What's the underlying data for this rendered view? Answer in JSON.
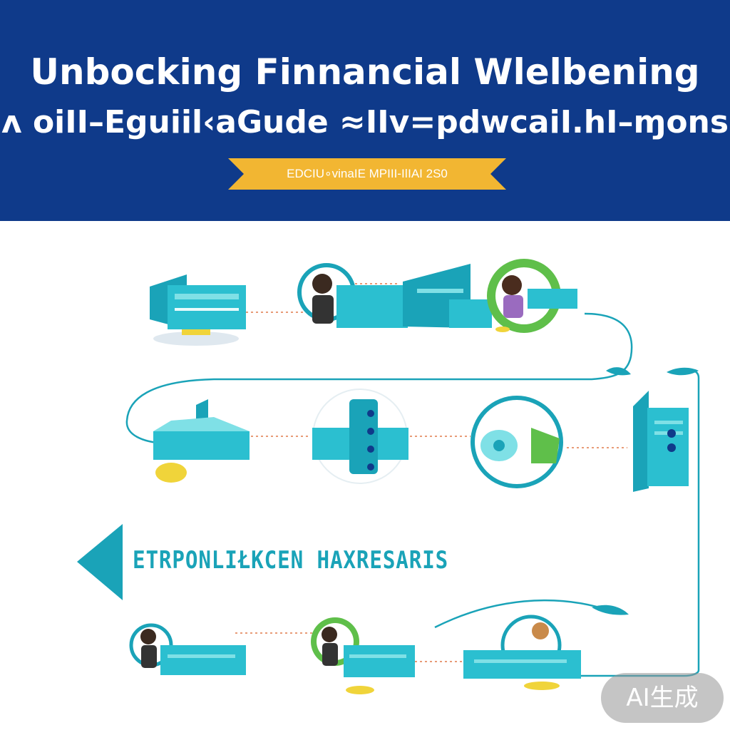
{
  "header": {
    "title_line1": "Unbocking Finnancial Wlelbening",
    "title_line2": "ʌ oiII–Eguiil‹aGude ≈IIv=pdwcaiI.hI–ɱons",
    "ribbon_text": "EDCIU∘vinaIE MPIII‑IǀIAI 2S0",
    "colors": {
      "background": "#0f3a8a",
      "ribbon": "#f2b632",
      "text": "#ffffff"
    }
  },
  "flow": {
    "mid_label": "ETRPONLIŁKCEN HAXRESARIS",
    "accent": "#1aa3b8",
    "secondary": "#2bbfa8",
    "highlight": "#f0d43a",
    "rows": [
      {
        "items": [
          {
            "icon": "folder-card-icon"
          },
          {
            "icon": "person-card-icon"
          },
          {
            "icon": "person-badge-icon"
          }
        ]
      },
      {
        "items": [
          {
            "icon": "folder-card-icon"
          },
          {
            "icon": "device-icon"
          },
          {
            "icon": "target-icon"
          },
          {
            "icon": "tower-icon"
          }
        ]
      },
      {
        "items": [
          {
            "icon": "person-card-icon"
          },
          {
            "icon": "person-card-icon"
          },
          {
            "icon": "person-card-icon"
          }
        ]
      }
    ]
  },
  "watermark": {
    "text": "AI生成"
  }
}
